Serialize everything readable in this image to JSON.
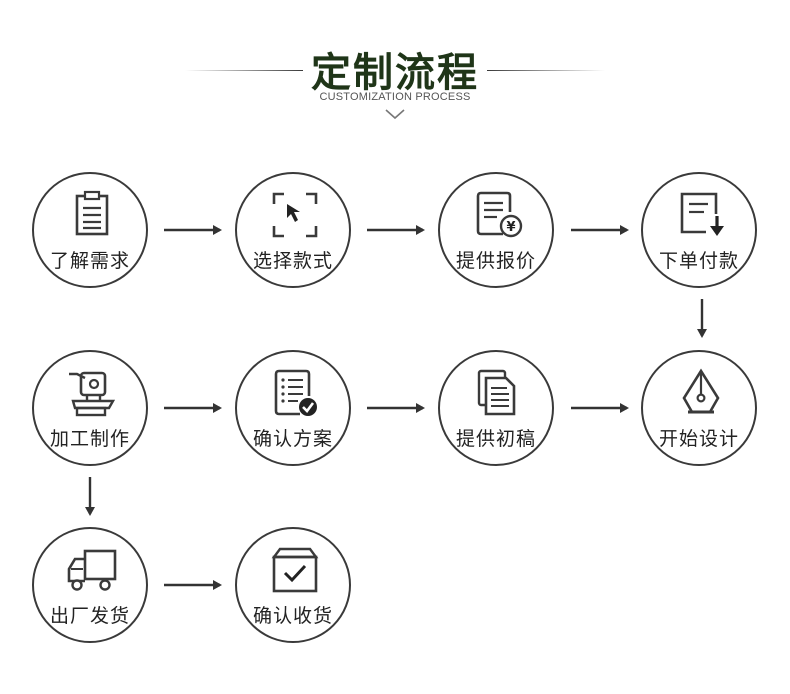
{
  "header": {
    "title": "定制流程",
    "subtitle": "CUSTOMIZATION PROCESS"
  },
  "steps": [
    {
      "label": "了解需求",
      "icon": "clipboard-icon"
    },
    {
      "label": "选择款式",
      "icon": "select-cursor-icon"
    },
    {
      "label": "提供报价",
      "icon": "price-document-icon"
    },
    {
      "label": "下单付款",
      "icon": "order-download-icon"
    },
    {
      "label": "开始设计",
      "icon": "pen-nib-icon"
    },
    {
      "label": "提供初稿",
      "icon": "documents-icon"
    },
    {
      "label": "确认方案",
      "icon": "checklist-approve-icon"
    },
    {
      "label": "加工制作",
      "icon": "machine-icon"
    },
    {
      "label": "出厂发货",
      "icon": "truck-icon"
    },
    {
      "label": "确认收货",
      "icon": "box-check-icon"
    }
  ],
  "colors": {
    "title": "#1f3518",
    "stroke": "#3a3a3a",
    "text": "#222222"
  }
}
